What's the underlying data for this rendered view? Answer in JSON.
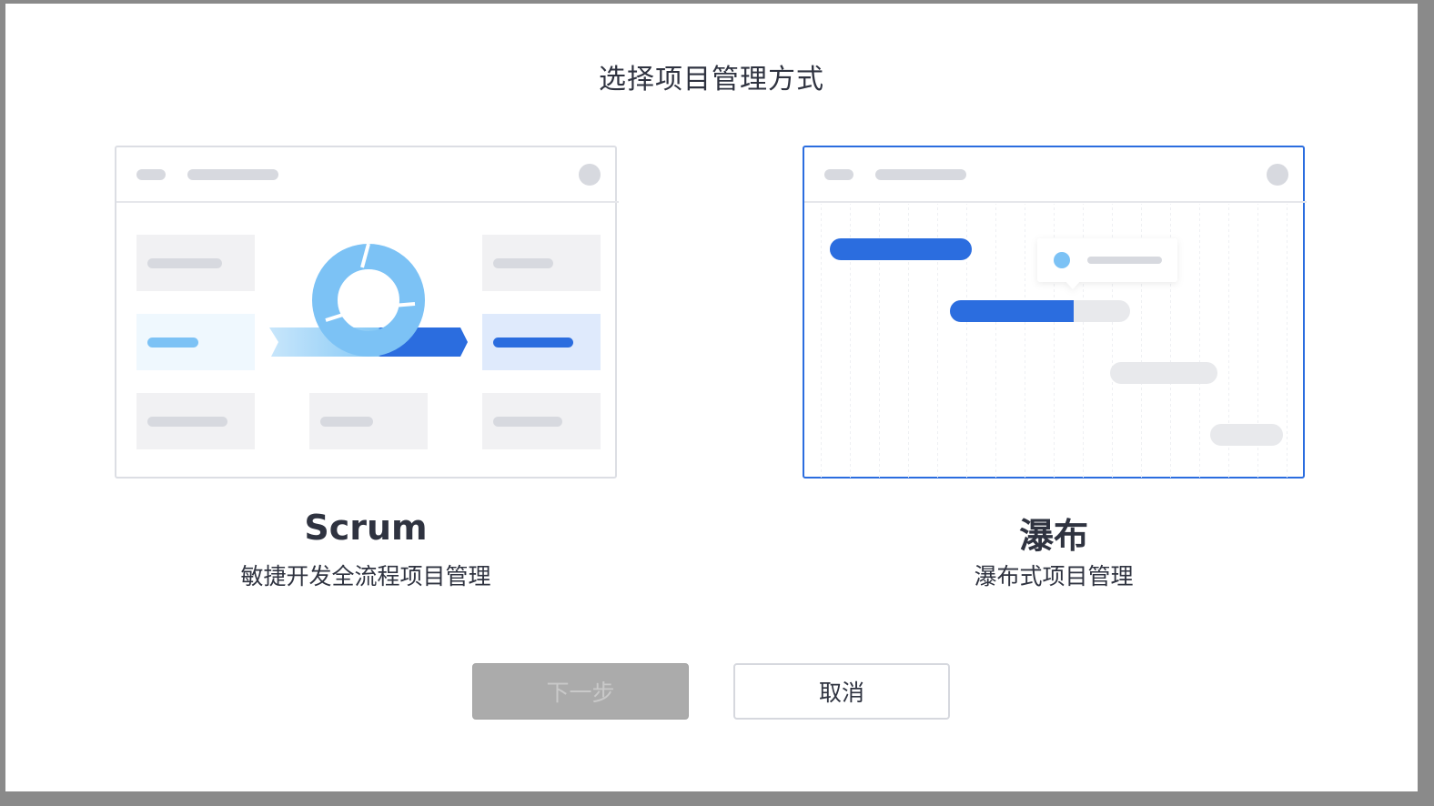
{
  "dialog": {
    "title": "选择项目管理方式"
  },
  "options": [
    {
      "id": "scrum",
      "title": "Scrum",
      "description": "敏捷开发全流程项目管理",
      "icon": "scrum-illustration",
      "selected": false
    },
    {
      "id": "waterfall",
      "title": "瀑布",
      "description": "瀑布式项目管理",
      "icon": "waterfall-illustration",
      "selected": true
    }
  ],
  "buttons": {
    "next_label": "下一步",
    "next_disabled": true,
    "cancel_label": "取消"
  },
  "colors": {
    "accent": "#2b6ddf",
    "accent_light": "#7cc2f5",
    "placeholder": "#d7d9df",
    "text": "#2f3340",
    "disabled_button": "#ababab"
  }
}
